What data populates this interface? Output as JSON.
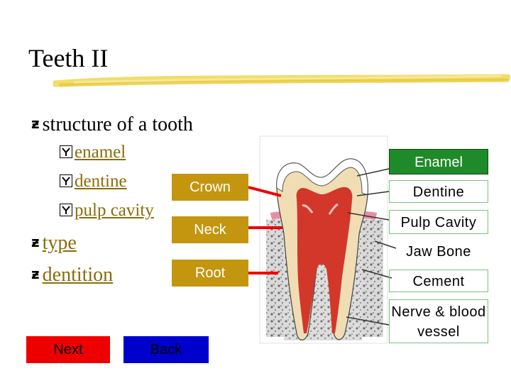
{
  "title": "Teeth II",
  "outline": {
    "heading": "structure of a tooth",
    "sub_items": [
      "enamel",
      "dentine",
      "pulp cavity"
    ],
    "links": [
      "type",
      "dentition"
    ]
  },
  "diagram": {
    "region_labels": [
      "Crown",
      "Neck",
      "Root"
    ],
    "part_labels": [
      "Enamel",
      "Dentine",
      "Pulp Cavity",
      "Jaw Bone",
      "Cement",
      "Nerve & blood vessel"
    ]
  },
  "nav": {
    "next": "Next",
    "back": "Back"
  },
  "colors": {
    "gold": "#c4950f",
    "green": "#1f8a2a",
    "red": "#ee0000",
    "blue": "#0000cc",
    "link": "#8a6d0a"
  }
}
